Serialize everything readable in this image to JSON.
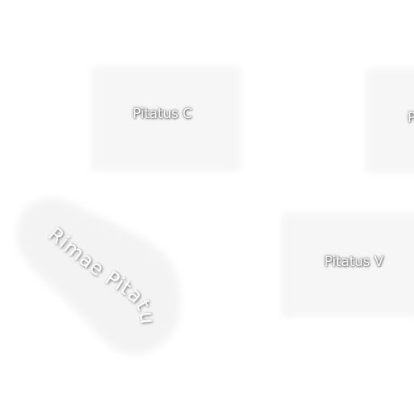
{
  "map": {
    "labels": {
      "pitatus_c": "Pitatus C",
      "pitatus_v": "Pitatus V",
      "rimae_pitatus": "Rimae Pitatus",
      "partial_right": "P"
    }
  }
}
